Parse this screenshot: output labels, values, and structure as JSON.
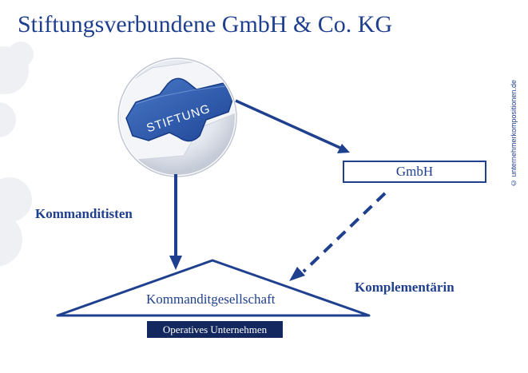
{
  "title": "Stiftungsverbundene GmbH & Co. KG",
  "puzzle_label": "STIFTUNG",
  "gmbh_label": "GmbH",
  "kommanditisten_label": "Kommanditisten",
  "komplementaerin_label": "Komplementärin",
  "kg_label": "Kommanditgesellschaft",
  "operative_label": "Operatives Unternehmen",
  "side_credit": "© unternehmerkompositionen.de",
  "colors": {
    "primary": "#1f3f8f",
    "dark": "#12285e",
    "puzzle": "#3461b6"
  }
}
